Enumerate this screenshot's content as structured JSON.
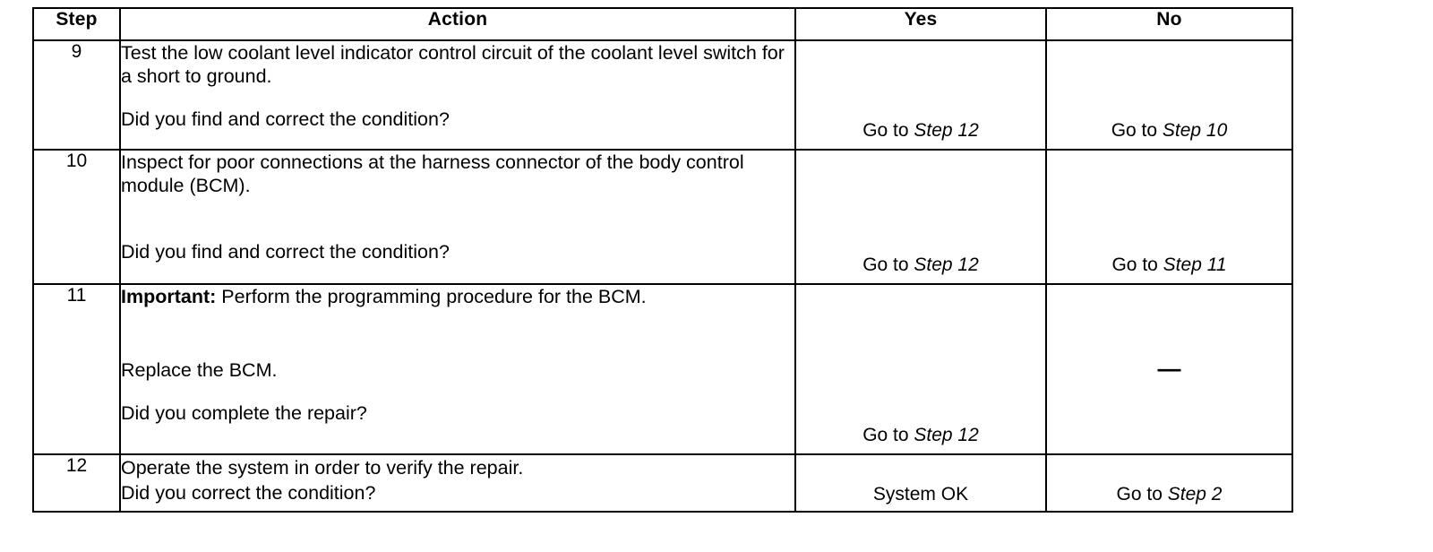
{
  "document": {
    "type": "diagnostic-step-table",
    "columns": [
      "Step",
      "Action",
      "Yes",
      "No"
    ]
  },
  "header": {
    "step": "Step",
    "action": "Action",
    "yes": "Yes",
    "no": "No"
  },
  "rows": [
    {
      "step": "9",
      "action_lead": "Test the low coolant level indicator control circuit of the coolant level switch for a short to ground.",
      "action_question": "Did you find and correct the condition?",
      "yes_prefix": "Go to ",
      "yes_ref": "Step 12",
      "no_prefix": "Go to ",
      "no_ref": "Step 10"
    },
    {
      "step": "10",
      "action_lead": "Inspect for poor connections at the harness connector of the body control module (BCM).",
      "action_question": "Did you find and correct the condition?",
      "yes_prefix": "Go to ",
      "yes_ref": "Step 12",
      "no_prefix": "Go to ",
      "no_ref": "Step 11"
    },
    {
      "step": "11",
      "action_important_label": "Important:",
      "action_important_text": " Perform the programming procedure for the BCM.",
      "action_mid": "Replace the BCM.",
      "action_question": "Did you complete the repair?",
      "yes_prefix": "Go to ",
      "yes_ref": "Step 12",
      "no_dash": "—"
    },
    {
      "step": "12",
      "action_lead": "Operate the system in order to verify the repair.",
      "action_question": "Did you correct the condition?",
      "yes_text": "System OK",
      "no_prefix": "Go to ",
      "no_ref": "Step 2"
    }
  ],
  "colors": {
    "ink": "#000000",
    "paper": "#ffffff"
  }
}
